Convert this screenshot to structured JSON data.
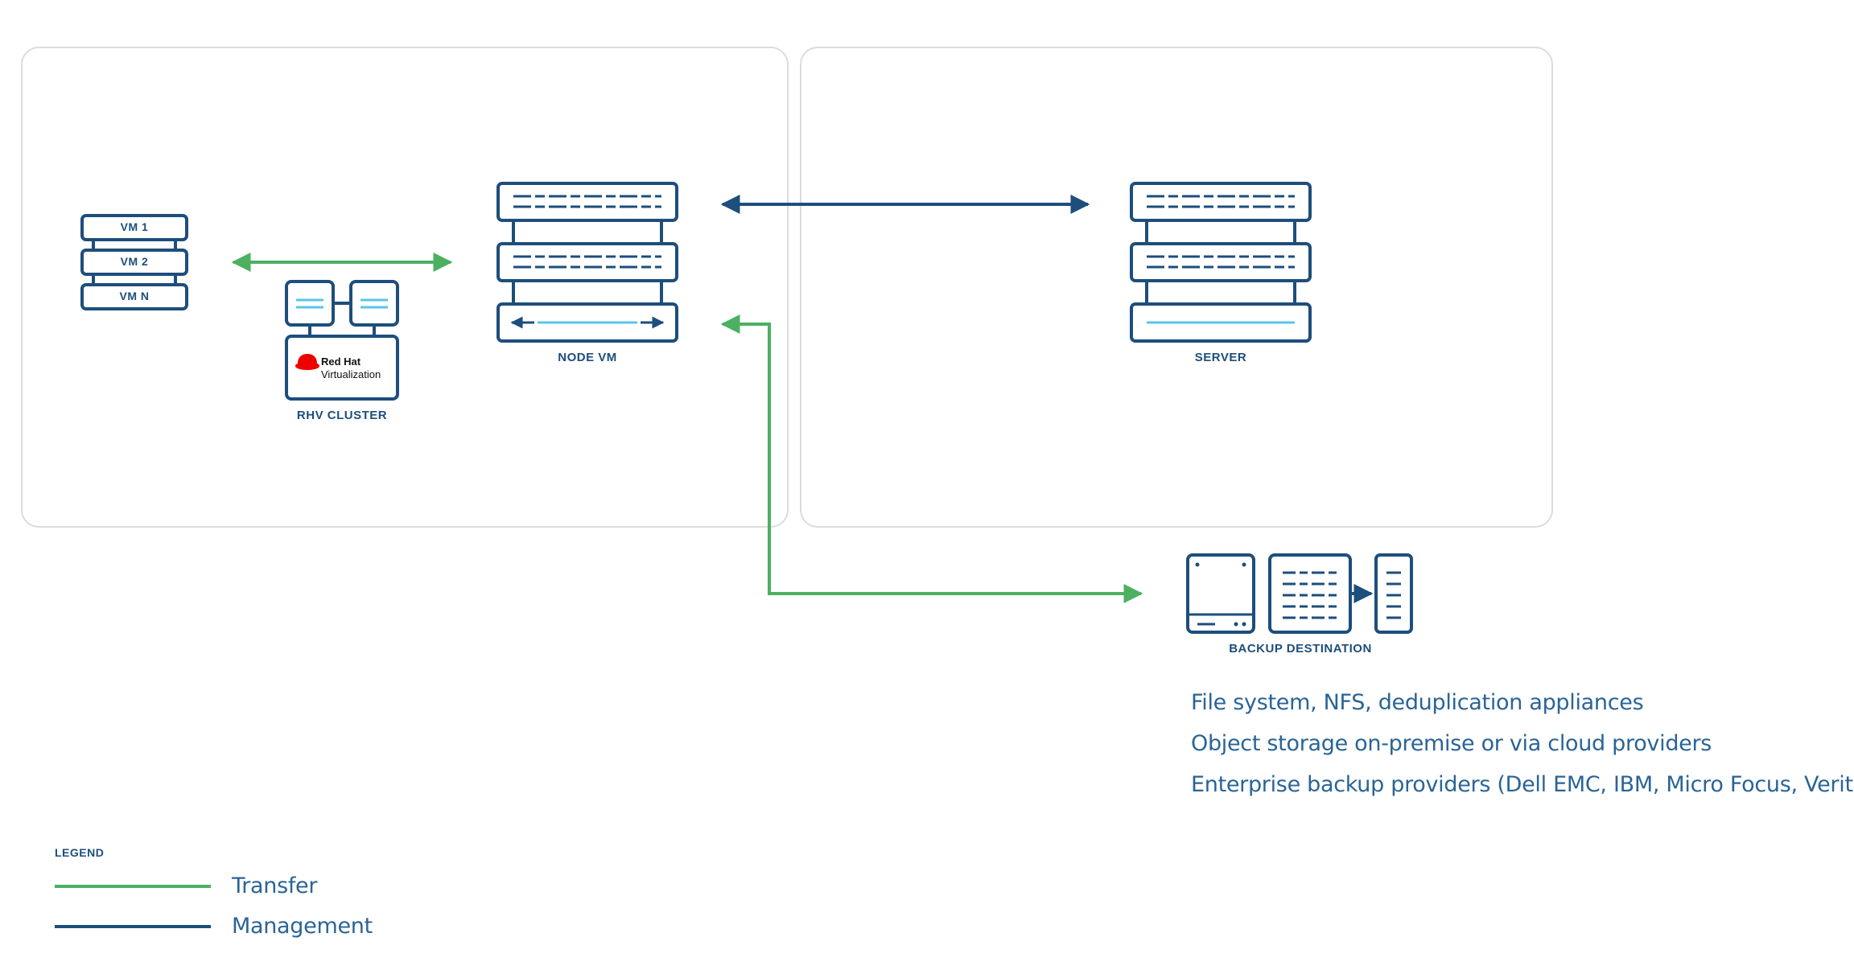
{
  "colors": {
    "transfer": "#4cb062",
    "management": "#1d4e7c",
    "accent": "#5bc4e8",
    "panel_border": "#dcdcdc",
    "redhat": "#ee0000"
  },
  "vm_stack": {
    "vm1": "VM 1",
    "vm2": "VM 2",
    "vmn": "VM N"
  },
  "rhv": {
    "brand_line1": "Red Hat",
    "brand_line2": "Virtualization",
    "label": "RHV CLUSTER"
  },
  "node_vm": {
    "label": "NODE VM"
  },
  "server": {
    "label": "SERVER"
  },
  "backup": {
    "label": "BACKUP DESTINATION",
    "items": [
      "File system, NFS, deduplication appliances",
      "Object storage on-premise or via cloud providers",
      "Enterprise backup providers (Dell EMC, IBM, Micro Focus, Veritas)"
    ]
  },
  "legend": {
    "title": "LEGEND",
    "transfer": "Transfer",
    "management": "Management"
  }
}
